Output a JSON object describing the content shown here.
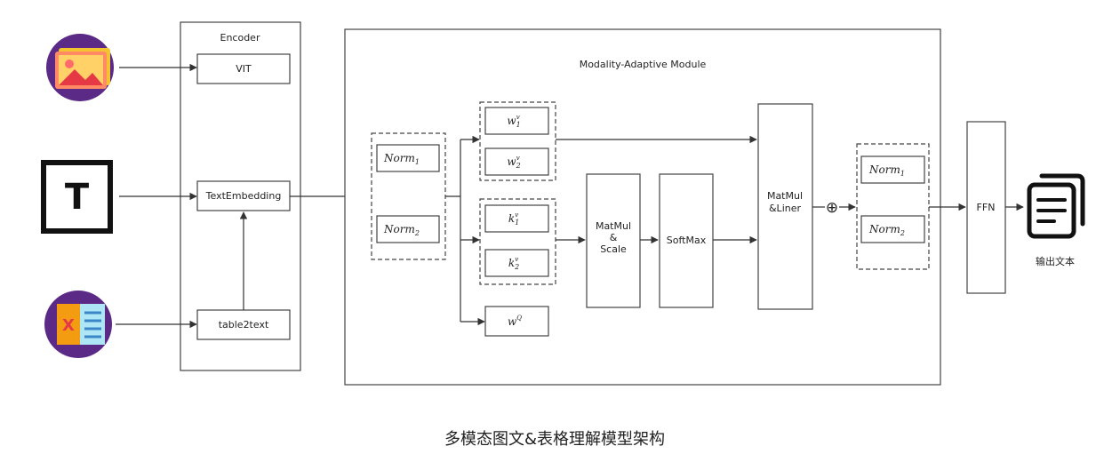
{
  "diagram": {
    "caption": "多模态图文&表格理解模型架构",
    "encoder": {
      "title": "Encoder",
      "vit": "VIT",
      "text_embedding": "TextEmbedding",
      "table2text": "table2text"
    },
    "inputs": {
      "image_icon": "image-icon",
      "text_icon": "text-icon",
      "table_icon": "excel-icon",
      "text_glyph": "T"
    },
    "module": {
      "title": "Modality-Adaptive Module",
      "norm1": "Norm",
      "norm1_sub": "1",
      "norm2": "Norm",
      "norm2_sub": "2",
      "w1": "w",
      "w1_sub": "1",
      "w1_sup": "v",
      "w2": "w",
      "w2_sub": "2",
      "w2_sup": "v",
      "k1": "k",
      "k1_sub": "1",
      "k1_sup": "v",
      "k2": "k",
      "k2_sub": "2",
      "k2_sup": "v",
      "wq": "w",
      "wq_sup": "Q",
      "matmul_scale_1": "MatMul",
      "matmul_scale_2": "&",
      "matmul_scale_3": "Scale",
      "softmax": "SoftMax",
      "matmul_liner_1": "MatMul",
      "matmul_liner_2": "&Liner",
      "plus": "⊕",
      "out_norm1": "Norm",
      "out_norm1_sub": "1",
      "out_norm2": "Norm",
      "out_norm2_sub": "2"
    },
    "ffn": "FFN",
    "output_label": "输出文本",
    "output_icon": "document-copy-icon"
  }
}
